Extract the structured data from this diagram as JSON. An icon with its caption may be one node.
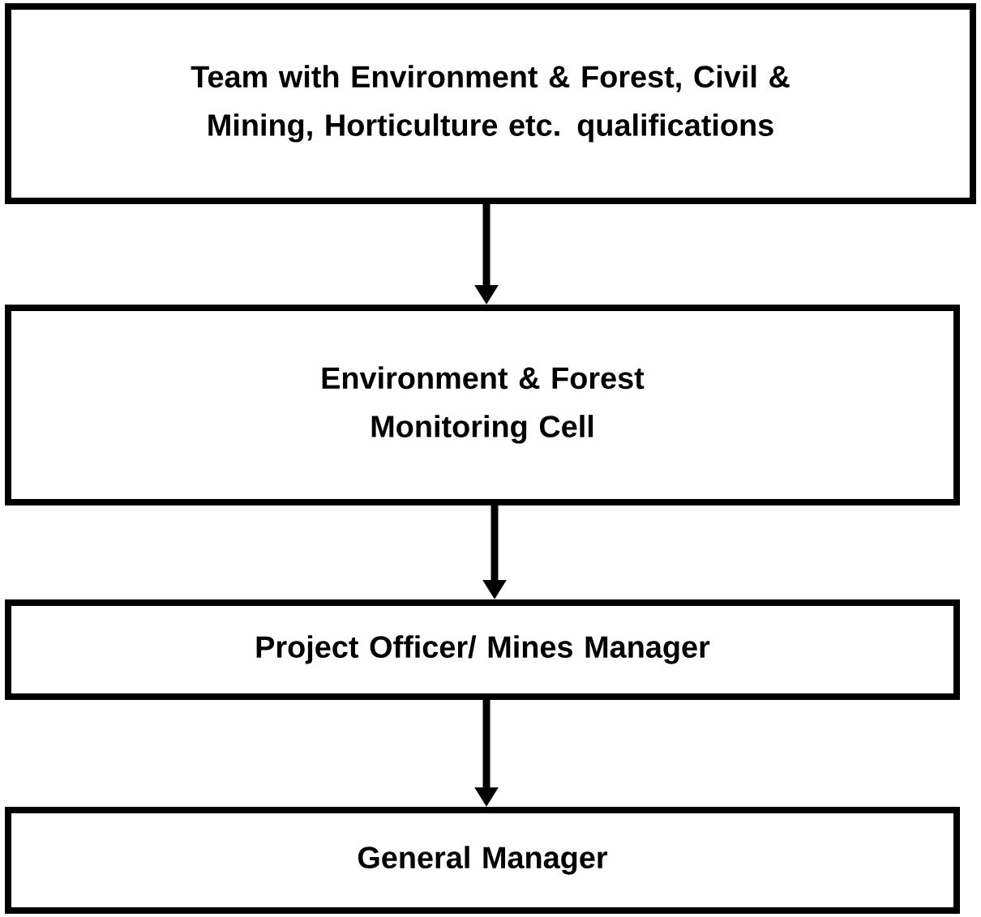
{
  "diagram": {
    "nodes": [
      {
        "text": [
          "Team with Environment & Forest, Civil & Mining, Horticulture etc. qualifications"
        ]
      },
      {
        "text": [
          "Environment & Forest Monitoring Cell"
        ]
      },
      {
        "text": [
          "Project Officer/ Mines Manager"
        ]
      },
      {
        "text": [
          "General Manager"
        ]
      }
    ],
    "edges": [
      {
        "from": 0,
        "to": 1,
        "arrow": "to"
      },
      {
        "from": 1,
        "to": 2,
        "arrow": "to"
      },
      {
        "from": 2,
        "to": 3,
        "arrow": "to"
      }
    ]
  }
}
